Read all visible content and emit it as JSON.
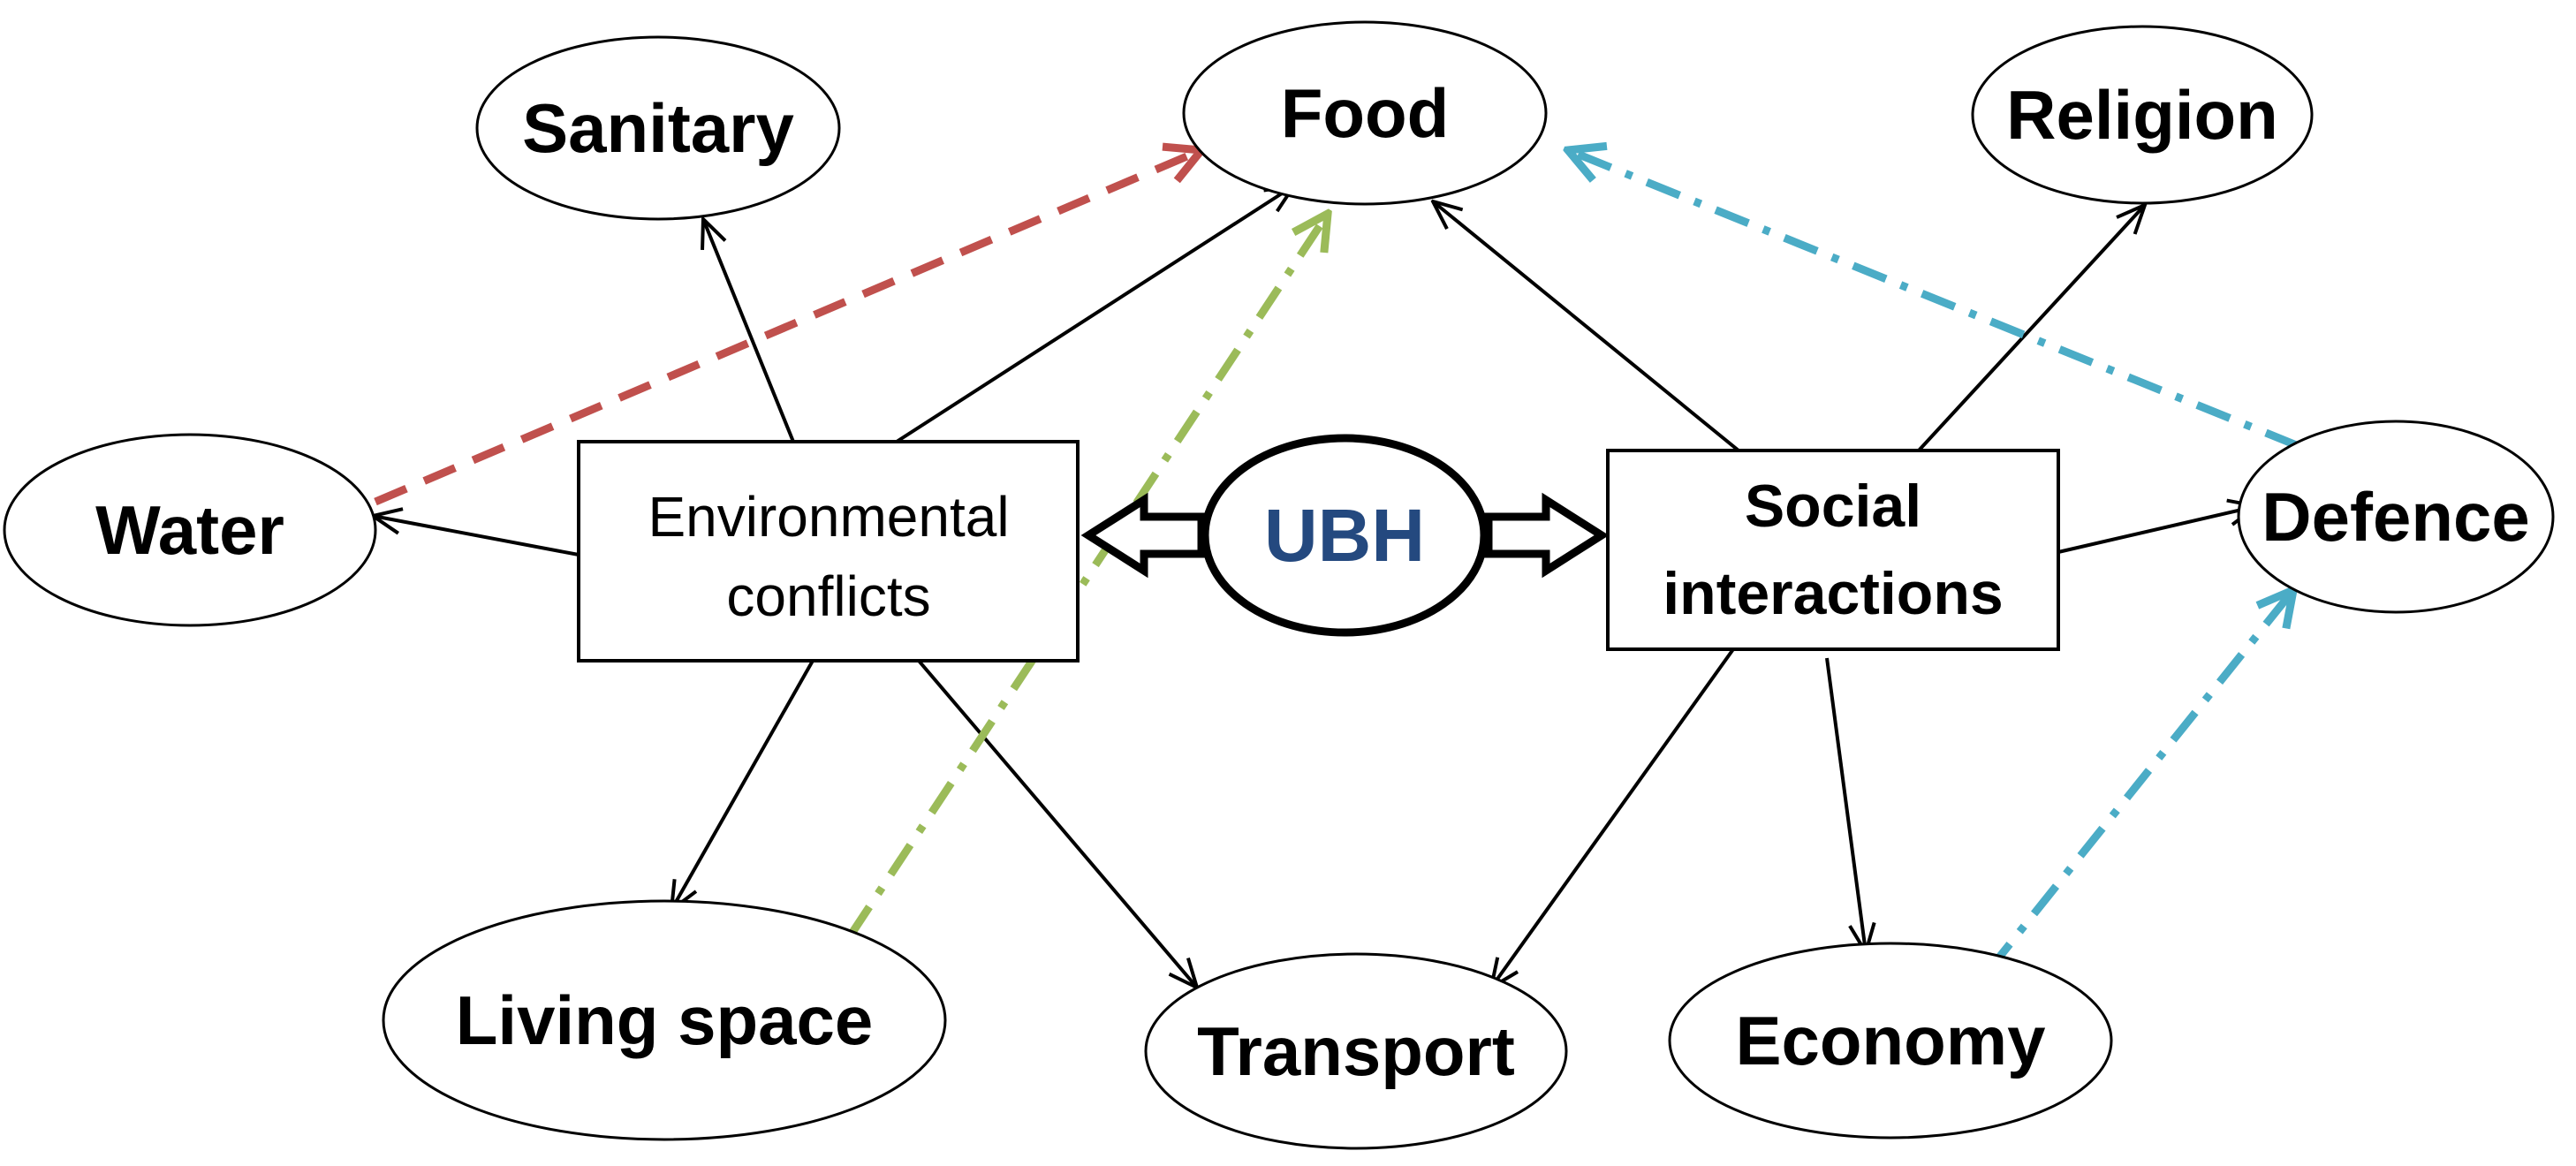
{
  "center": {
    "label": "UBH",
    "color": "#24497f"
  },
  "hubs": {
    "environmental": {
      "line1": "Environmental",
      "line2": "conflicts"
    },
    "social": {
      "line1": "Social",
      "line2": "interactions"
    }
  },
  "nodes": {
    "sanitary": "Sanitary",
    "food": "Food",
    "religion": "Religion",
    "water": "Water",
    "defence": "Defence",
    "living_space": "Living space",
    "transport": "Transport",
    "economy": "Economy"
  },
  "links": {
    "solid": [
      {
        "from": "Environmental conflicts",
        "to": "Water"
      },
      {
        "from": "Environmental conflicts",
        "to": "Sanitary"
      },
      {
        "from": "Environmental conflicts",
        "to": "Food"
      },
      {
        "from": "Environmental conflicts",
        "to": "Living space"
      },
      {
        "from": "Environmental conflicts",
        "to": "Transport"
      },
      {
        "from": "Social interactions",
        "to": "Food"
      },
      {
        "from": "Social interactions",
        "to": "Religion"
      },
      {
        "from": "Social interactions",
        "to": "Defence"
      },
      {
        "from": "Social interactions",
        "to": "Transport"
      },
      {
        "from": "Social interactions",
        "to": "Economy"
      }
    ],
    "dashed": [
      {
        "from": "Water",
        "to": "Food",
        "style": "dashed",
        "color": "#c0504d"
      },
      {
        "from": "Living space",
        "to": "Food",
        "style": "dash-dot",
        "color": "#9bbb59"
      },
      {
        "from": "Defence",
        "to": "Food",
        "style": "dash-dot",
        "color": "#4bacc6"
      },
      {
        "from": "Economy",
        "to": "Defence",
        "style": "dash-dot",
        "color": "#4bacc6"
      }
    ],
    "from_center": [
      {
        "from": "UBH",
        "to": "Environmental conflicts",
        "style": "hollow"
      },
      {
        "from": "UBH",
        "to": "Social interactions",
        "style": "hollow"
      }
    ]
  },
  "colors": {
    "red_dashed": "#c0504d",
    "green_dashdot": "#9bbb59",
    "blue_dashdot": "#4bacc6",
    "ubh_text": "#24497f"
  }
}
